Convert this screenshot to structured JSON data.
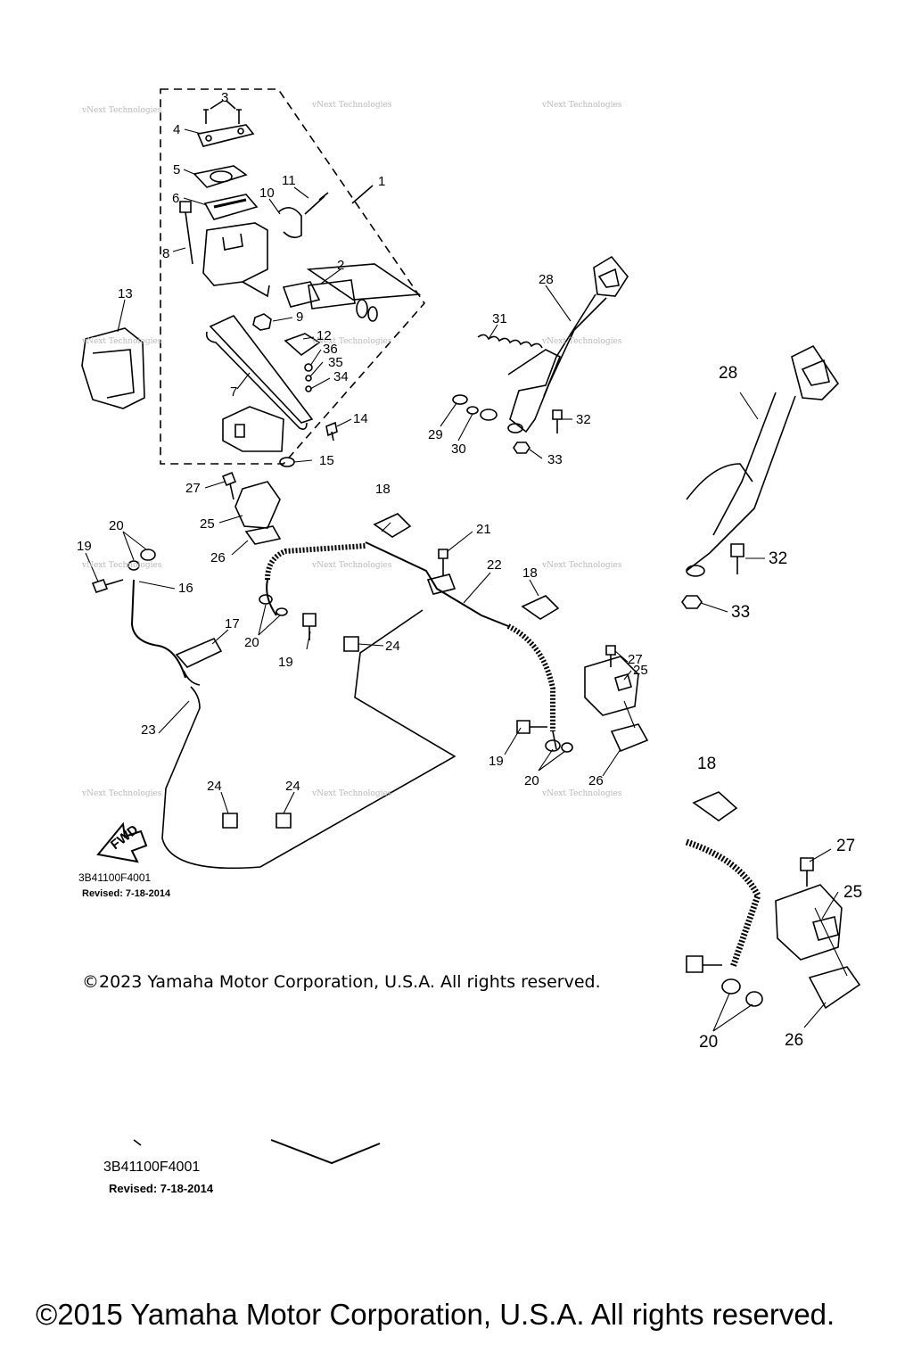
{
  "diagram": {
    "part_numbers": [
      "1",
      "2",
      "3",
      "4",
      "5",
      "6",
      "7",
      "8",
      "9",
      "10",
      "11",
      "12",
      "13",
      "14",
      "15",
      "16",
      "17",
      "18",
      "19",
      "20",
      "21",
      "22",
      "23",
      "24",
      "25",
      "26",
      "27",
      "28",
      "29",
      "30",
      "31",
      "32",
      "33",
      "34",
      "35",
      "36"
    ],
    "fwd_label": "FWD",
    "watermark": "vNext Technologies",
    "drawing_code": "3B41100F4001",
    "revised": "Revised: 7-18-2014",
    "copyright_2023": "©2023 Yamaha Motor Corporation, U.S.A. All rights reserved.",
    "copyright_2015": "©2015 Yamaha Motor Corporation, U.S.A. All rights reserved."
  }
}
